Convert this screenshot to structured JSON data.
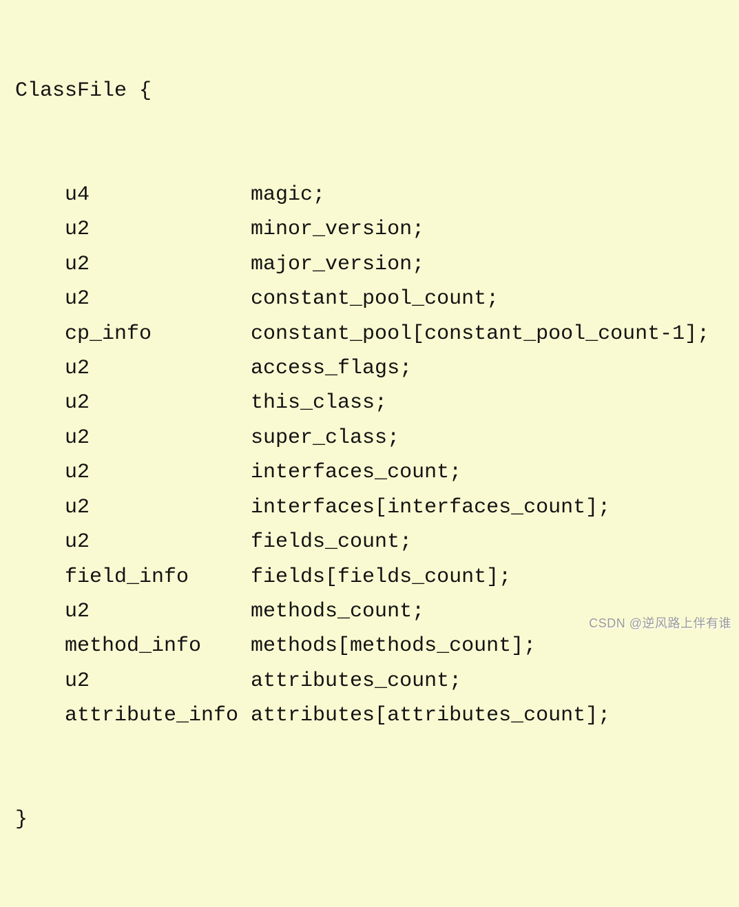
{
  "page": {
    "background_color": "#fafad2",
    "text_color": "#131313"
  },
  "code_block": {
    "header": "ClassFile {",
    "closing_brace": "}",
    "fields": [
      {
        "type": "u4",
        "name": "magic;"
      },
      {
        "type": "u2",
        "name": "minor_version;"
      },
      {
        "type": "u2",
        "name": "major_version;"
      },
      {
        "type": "u2",
        "name": "constant_pool_count;"
      },
      {
        "type": "cp_info",
        "name": "constant_pool[constant_pool_count-1];"
      },
      {
        "type": "u2",
        "name": "access_flags;"
      },
      {
        "type": "u2",
        "name": "this_class;"
      },
      {
        "type": "u2",
        "name": "super_class;"
      },
      {
        "type": "u2",
        "name": "interfaces_count;"
      },
      {
        "type": "u2",
        "name": "interfaces[interfaces_count];"
      },
      {
        "type": "u2",
        "name": "fields_count;"
      },
      {
        "type": "field_info",
        "name": "fields[fields_count];"
      },
      {
        "type": "u2",
        "name": "methods_count;"
      },
      {
        "type": "method_info",
        "name": "methods[methods_count];"
      },
      {
        "type": "u2",
        "name": "attributes_count;"
      },
      {
        "type": "attribute_info",
        "name": "attributes[attributes_count];"
      }
    ]
  },
  "watermark": {
    "text": "CSDN @逆风路上伴有谁",
    "color": "#9b9b93"
  }
}
